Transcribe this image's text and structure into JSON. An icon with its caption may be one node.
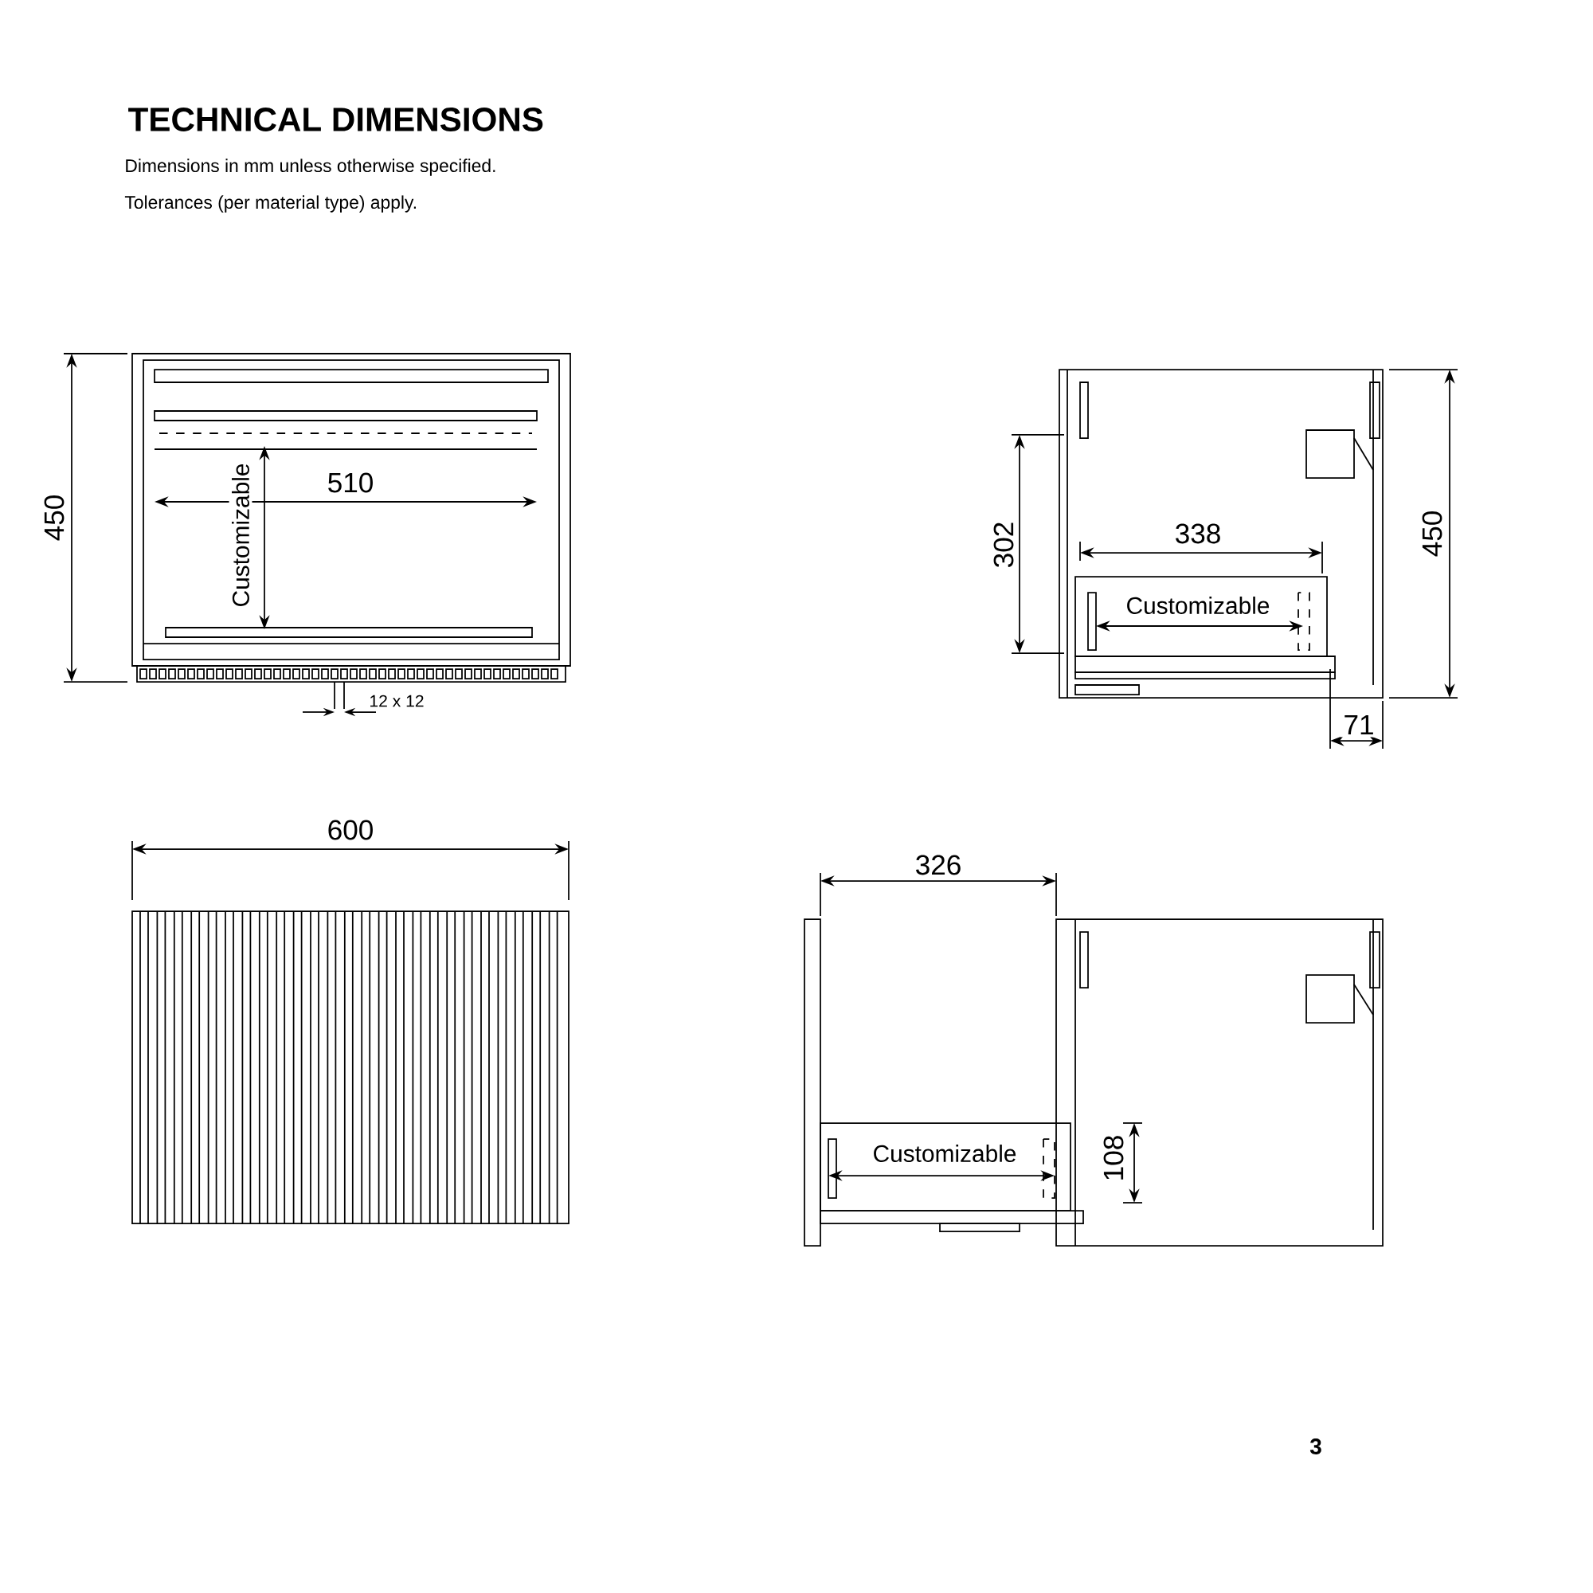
{
  "diagram": {
    "title": "TECHNICAL DIMENSIONS",
    "labels": [
      "Dimensions in mm unless otherwise specified.",
      "Tolerances (per material type) apply.",
      "450",
      "510",
      "Customizable",
      "12 x 12",
      "302",
      "338",
      "Customizable",
      "450",
      "71",
      "600",
      "326",
      "Customizable",
      "108",
      "3"
    ]
  }
}
